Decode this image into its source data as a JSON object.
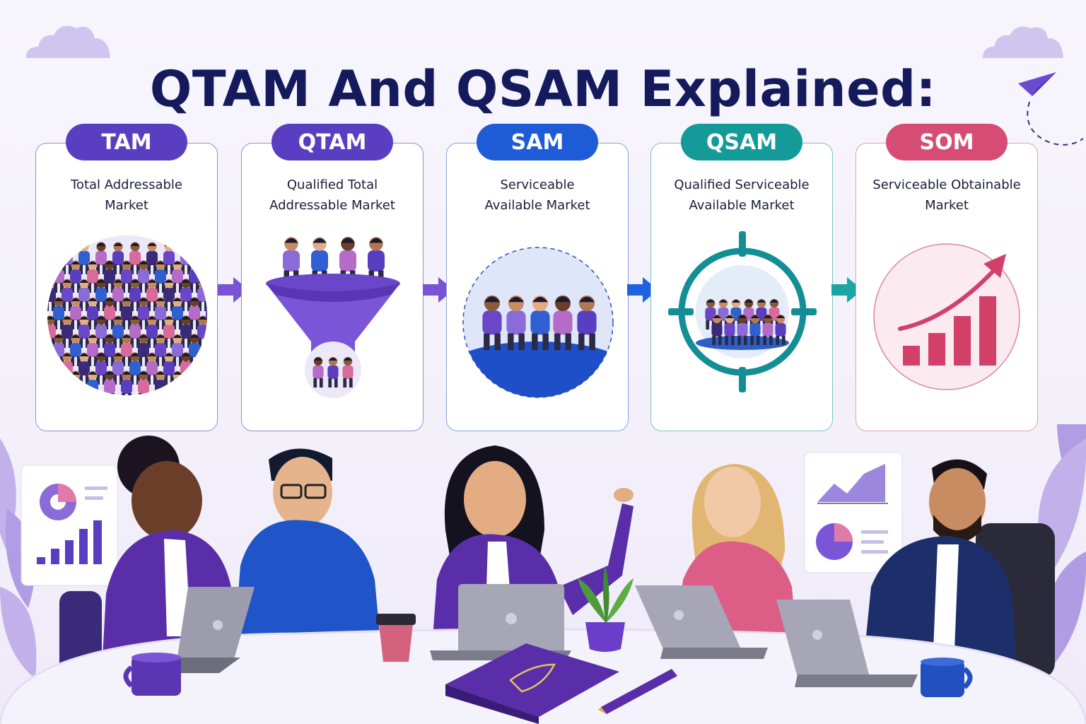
{
  "title": "QTAM And QSAM Explained:",
  "colors": {
    "title": "#141a5c",
    "tam": "#5a3ec2",
    "qtam": "#5a3ec2",
    "sam": "#1e5bd6",
    "qsam": "#159a9a",
    "som": "#d64c74"
  },
  "stages": [
    {
      "abbr": "TAM",
      "name": "Total Addressable\nMarket"
    },
    {
      "abbr": "QTAM",
      "name": "Qualified Total\nAddressable Market"
    },
    {
      "abbr": "SAM",
      "name": "Serviceable\nAvailable Market"
    },
    {
      "abbr": "QSAM",
      "name": "Qualified Serviceable\nAvailable Market"
    },
    {
      "abbr": "SOM",
      "name": "Serviceable Obtainable\nMarket"
    }
  ],
  "icons": [
    "crowd-icon",
    "funnel-icon",
    "people-circle-icon",
    "target-icon",
    "growth-chart-icon",
    "arrow-right-icon",
    "cloud-icon",
    "paper-plane-icon",
    "rocket-icon",
    "coffee-mug-icon",
    "laptop-icon",
    "plant-icon"
  ]
}
